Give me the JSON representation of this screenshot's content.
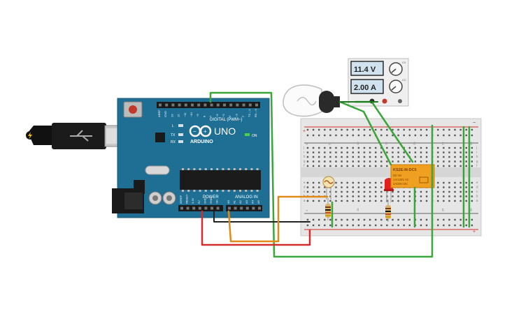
{
  "arduino": {
    "board_name": "UNO",
    "brand": "ARDUINO",
    "header_digital": "DIGITAL (PWM~)",
    "header_power": "POWER",
    "header_analog": "ANALOG IN",
    "led_on": "ON",
    "led_l": "L",
    "led_tx": "TX",
    "led_rx": "RX",
    "digital_pin_labels": [
      "AREF",
      "GND",
      "13",
      "12",
      "~11",
      "~10",
      "~9",
      "8",
      "7",
      "~6",
      "~5",
      "4",
      "~3",
      "2",
      "TX→1",
      "RX←0"
    ],
    "power_pin_labels": [
      "IOREF",
      "RESET",
      "3.3V",
      "5V",
      "GND",
      "GND",
      "Vin"
    ],
    "analog_pin_labels": [
      "A0",
      "A1",
      "A2",
      "A3",
      "A4",
      "A5"
    ]
  },
  "power_supply": {
    "voltage_display": "11.4 V",
    "current_display": "2.00 A",
    "knob_labels": [
      "CV",
      "CC"
    ]
  },
  "relay": {
    "part_number": "KS2E-M-DC5",
    "lines": [
      "DC 5V",
      "1A/125V AC",
      "2A/30V DC"
    ]
  },
  "breadboard": {
    "column_numbers": [
      "1",
      "5",
      "10",
      "15",
      "20",
      "25",
      "30"
    ],
    "row_letters_top": [
      "j",
      "i",
      "h",
      "g",
      "f"
    ],
    "row_letters_bottom": [
      "e",
      "d",
      "c",
      "b",
      "a"
    ],
    "rail_plus": "+",
    "rail_minus": "−"
  },
  "colors": {
    "board_blue": "#1f6f95",
    "wire_green": "#3aa63a",
    "wire_red": "#d62b2b",
    "wire_orange": "#e08a1a",
    "wire_black": "#222222",
    "relay_orange": "#f0a020"
  },
  "icons": {
    "usb": "usb-icon",
    "lightning": "lightning-icon",
    "bulb": "light-bulb-icon"
  }
}
